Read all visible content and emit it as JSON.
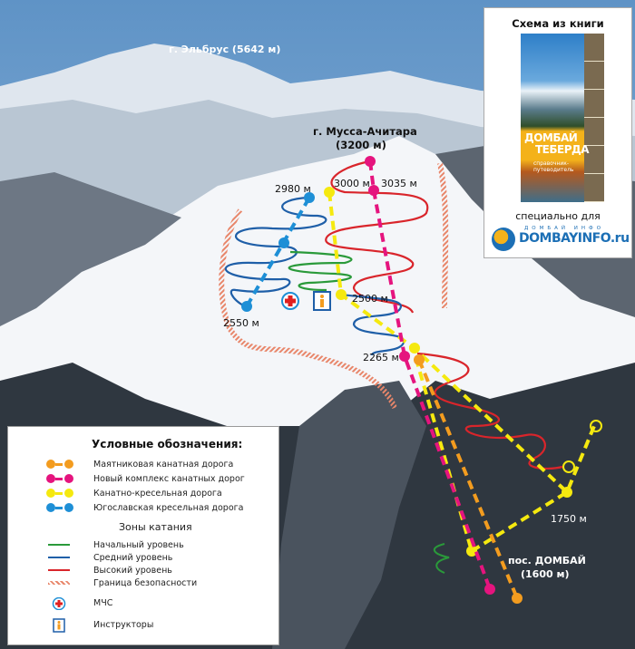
{
  "map": {
    "elbrus_label": "г. Эльбрус (5642 м)",
    "peak_name": "г. Мусса-Ачитара",
    "peak_height": "(3200 м)",
    "altitudes": {
      "a2980": "2980 м",
      "a3000": "3000 м",
      "a3035": "3035 м",
      "a2500": "2500 м",
      "a2550": "2550 м",
      "a2265": "2265 м",
      "a1750": "1750 м"
    },
    "village_name": "пос. ДОМБАЙ",
    "village_height": "(1600 м)"
  },
  "legend": {
    "title": "Условные обозначения:",
    "lifts": [
      {
        "label": "Маятниковая канатная дорога",
        "color": "#f39c1f"
      },
      {
        "label": "Новый комплекс канатных дорог",
        "color": "#e5147e"
      },
      {
        "label": "Канатно-кресельная дорога",
        "color": "#f5e90f"
      },
      {
        "label": "Югославская кресельная дорога",
        "color": "#1e8fd6"
      }
    ],
    "zones_title": "Зоны катания",
    "zones": [
      {
        "label": "Начальный уровень",
        "color": "#2a9a3a"
      },
      {
        "label": "Средний уровень",
        "color": "#1f5fa8"
      },
      {
        "label": "Высокий уровень",
        "color": "#d9252b"
      },
      {
        "label": "Граница безопасности",
        "color": "#e8866a"
      }
    ],
    "rescue_label": "МЧС",
    "instructors_label": "Инструкторы"
  },
  "book": {
    "caption": "Схема из книги",
    "cover_title_1": "ДОМБАЙ",
    "cover_title_2": "ТЕБЕРДА",
    "cover_subtitle": "справочник-путеводитель",
    "special_for": "специально для",
    "logo_small": "ДОМБАЙ ИНФО",
    "logo_text": "DOMBAYINFO.ru"
  }
}
